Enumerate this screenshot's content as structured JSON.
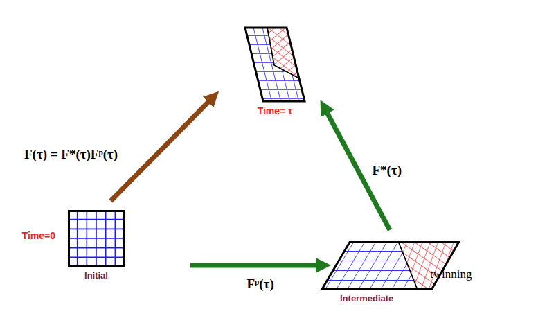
{
  "diagram": {
    "nodes": [
      {
        "text": [
          "Time=0",
          "Initial"
        ]
      },
      {
        "text": [
          "Intermediate"
        ]
      },
      {
        "text": [
          "Time= τ"
        ]
      }
    ],
    "edges": [
      {
        "from": 0,
        "to": 1,
        "arrow": "to",
        "label": "Fᵖ(τ)"
      },
      {
        "from": 1,
        "to": 2,
        "arrow": "to",
        "label": "F*(τ)"
      },
      {
        "from": 0,
        "to": 2,
        "arrow": "to",
        "label": "F(τ) = F*(τ)Fᵖ(τ)"
      }
    ],
    "labels": [
      "twinning"
    ]
  }
}
